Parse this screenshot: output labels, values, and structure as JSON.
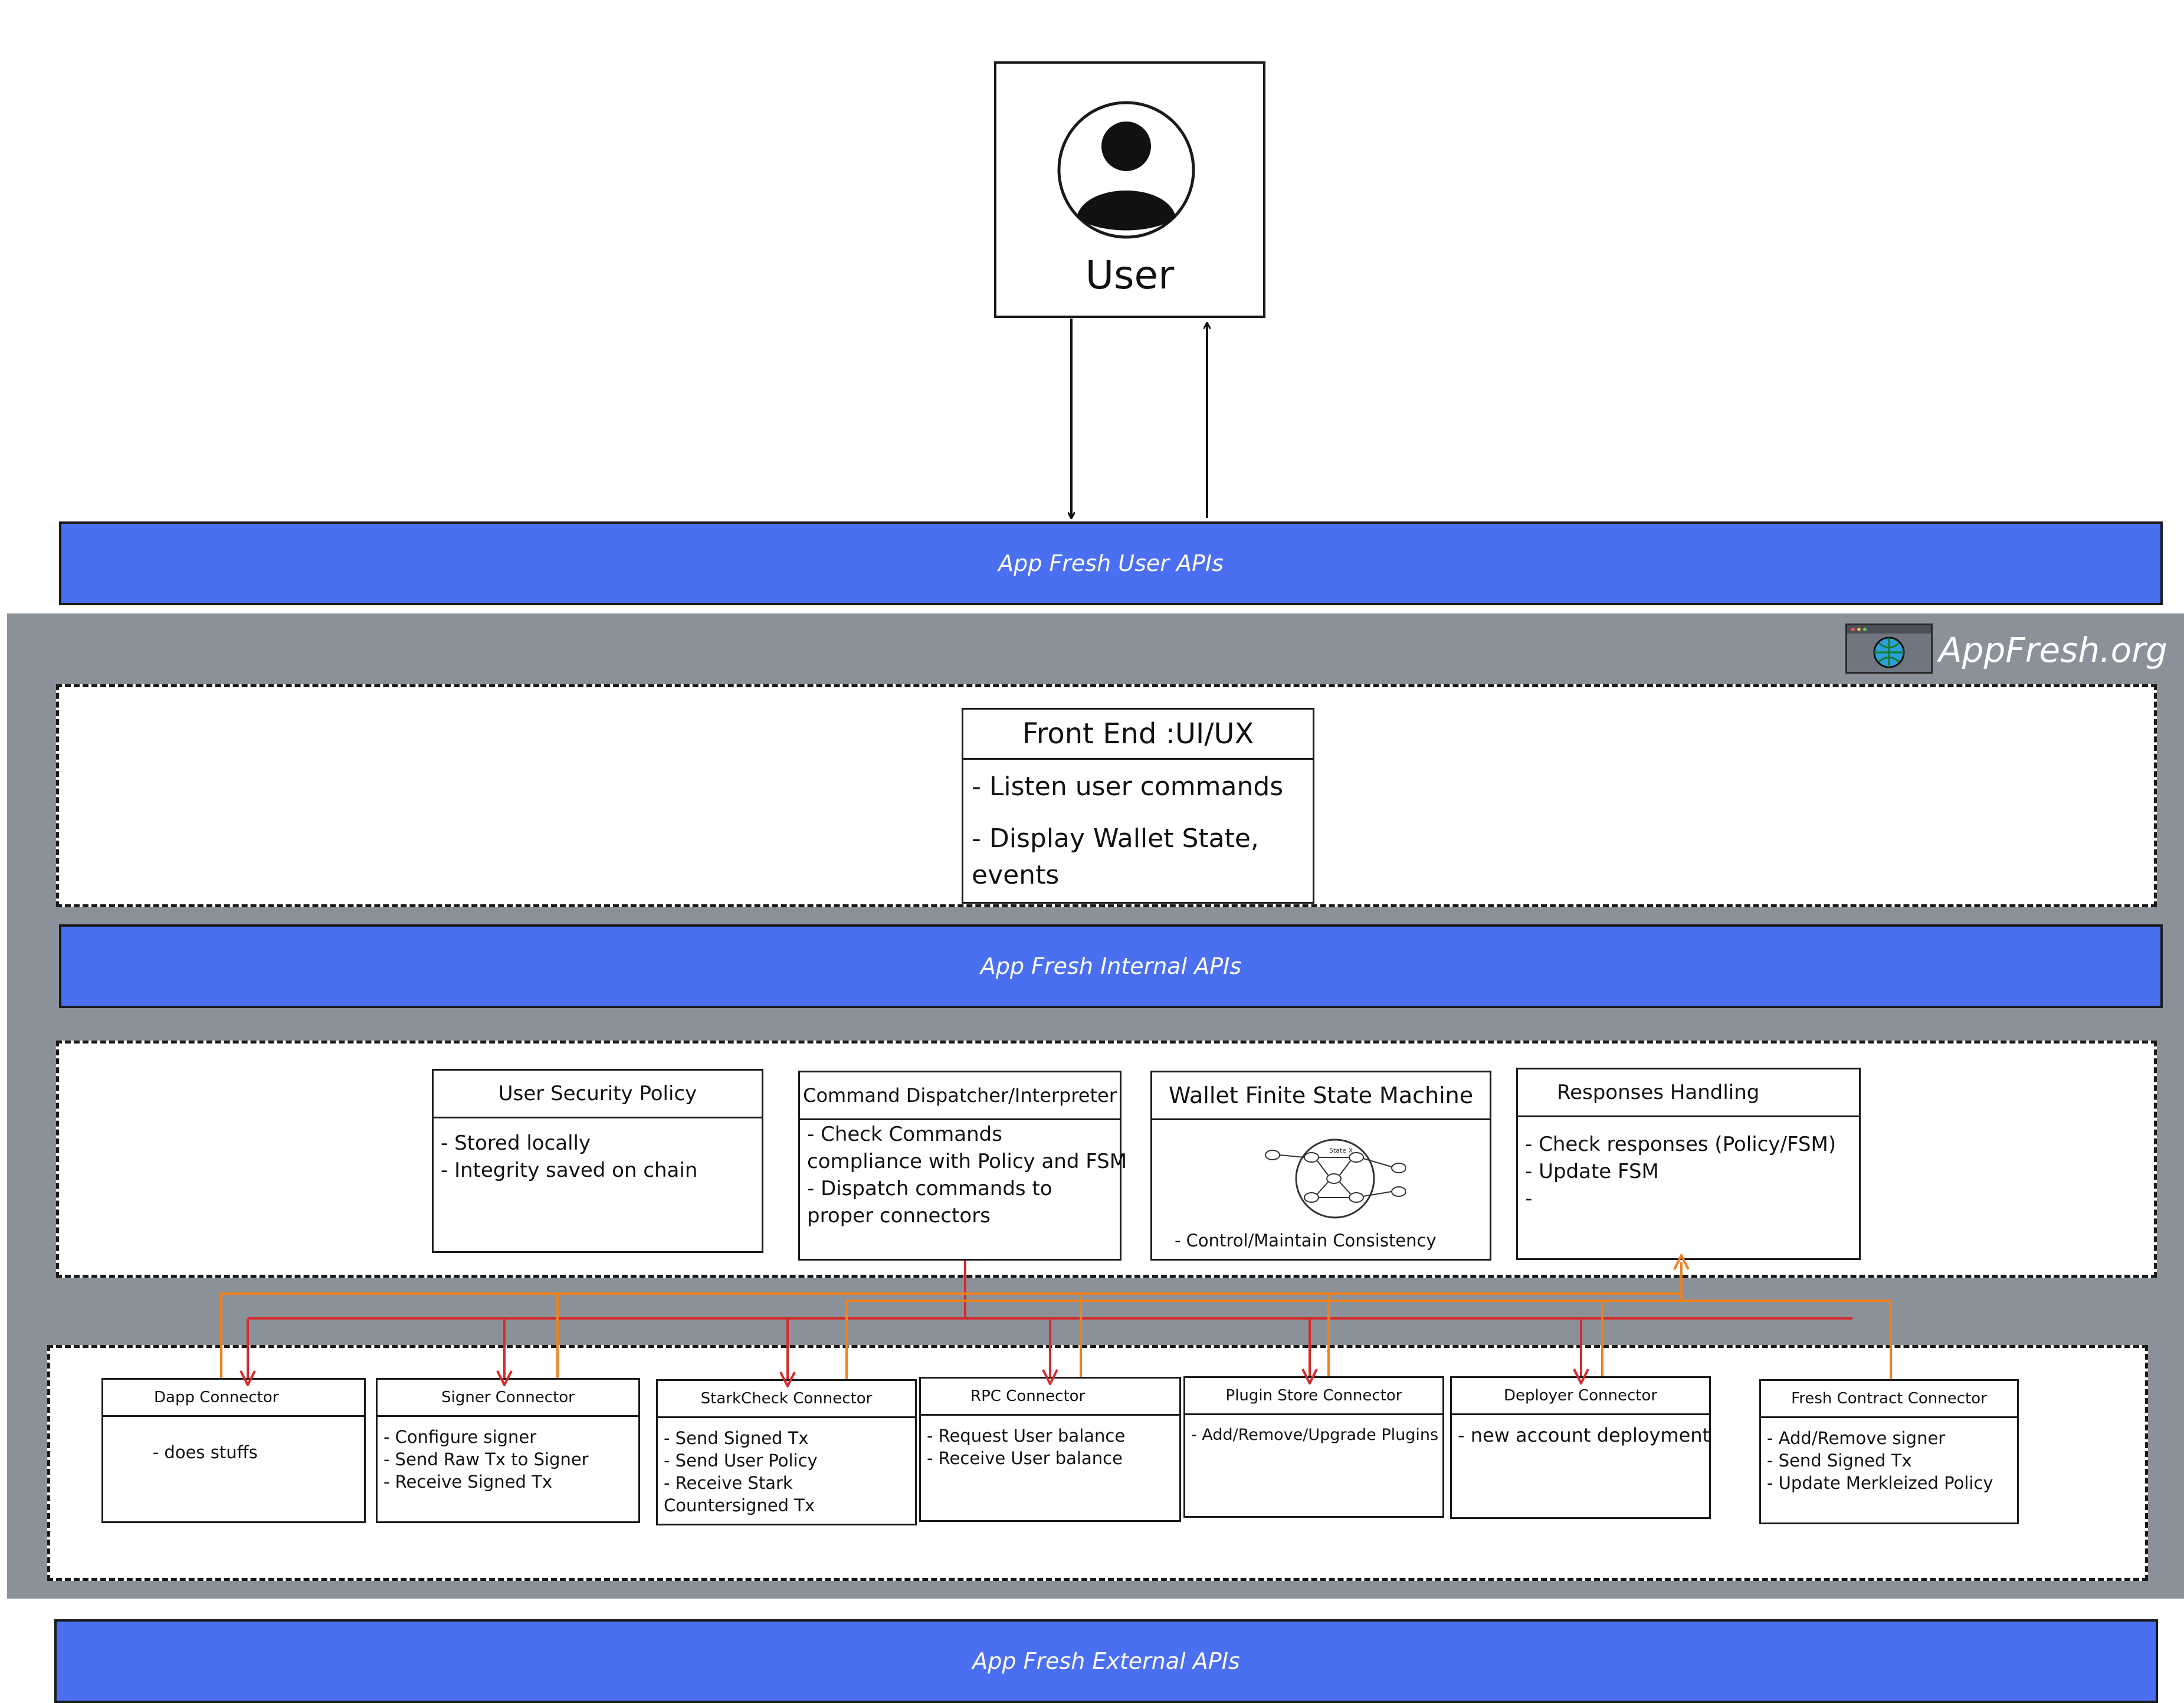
{
  "user": {
    "label": "User"
  },
  "bands": {
    "user_apis": "App Fresh User APIs",
    "internal_apis": "App Fresh Internal APIs",
    "external_apis": "App Fresh External APIs"
  },
  "brand": {
    "label": "AppFresh.org"
  },
  "frontend": {
    "title": "Front End :UI/UX",
    "items": [
      "- Listen user commands",
      "- Display Wallet State,",
      "events"
    ]
  },
  "core": {
    "security": {
      "title": "User Security Policy",
      "lines": [
        "- Stored locally",
        "- Integrity saved on chain"
      ]
    },
    "dispatcher": {
      "title": "Command Dispatcher/Interpreter",
      "lines": [
        "- Check Commands",
        "compliance with Policy and FSM",
        "- Dispatch commands to",
        " proper connectors"
      ]
    },
    "fsm": {
      "title": "Wallet Finite State Machine",
      "lines": [
        "- Control/Maintain Consistency"
      ],
      "diagram_label": "State X"
    },
    "responses": {
      "title": "Responses Handling",
      "lines": [
        "- Check responses (Policy/FSM)",
        "- Update FSM",
        "-"
      ]
    }
  },
  "connectors": [
    {
      "title": "Dapp Connector",
      "lines": [
        "        - does stuffs"
      ]
    },
    {
      "title": "Signer Connector",
      "lines": [
        "- Configure signer",
        "- Send Raw Tx to Signer",
        "- Receive Signed Tx"
      ]
    },
    {
      "title": "StarkCheck Connector",
      "lines": [
        "- Send Signed Tx",
        "- Send User Policy",
        "- Receive Stark",
        "Countersigned Tx"
      ]
    },
    {
      "title": "RPC Connector",
      "lines": [
        "- Request User balance",
        "- Receive User balance"
      ]
    },
    {
      "title": "Plugin Store Connector",
      "lines": [
        "- Add/Remove/Upgrade Plugins"
      ]
    },
    {
      "title": "Deployer Connector",
      "lines": [
        "- new account deployment"
      ]
    },
    {
      "title": "Fresh Contract Connector",
      "lines": [
        "- Add/Remove signer",
        "- Send Signed Tx",
        "- Update Merkleized Policy"
      ]
    }
  ],
  "colors": {
    "band_blue": "#4a6ff0",
    "container_gray": "#8a9199",
    "dispatch_red": "#d42b2b",
    "response_orange": "#ee8220"
  }
}
